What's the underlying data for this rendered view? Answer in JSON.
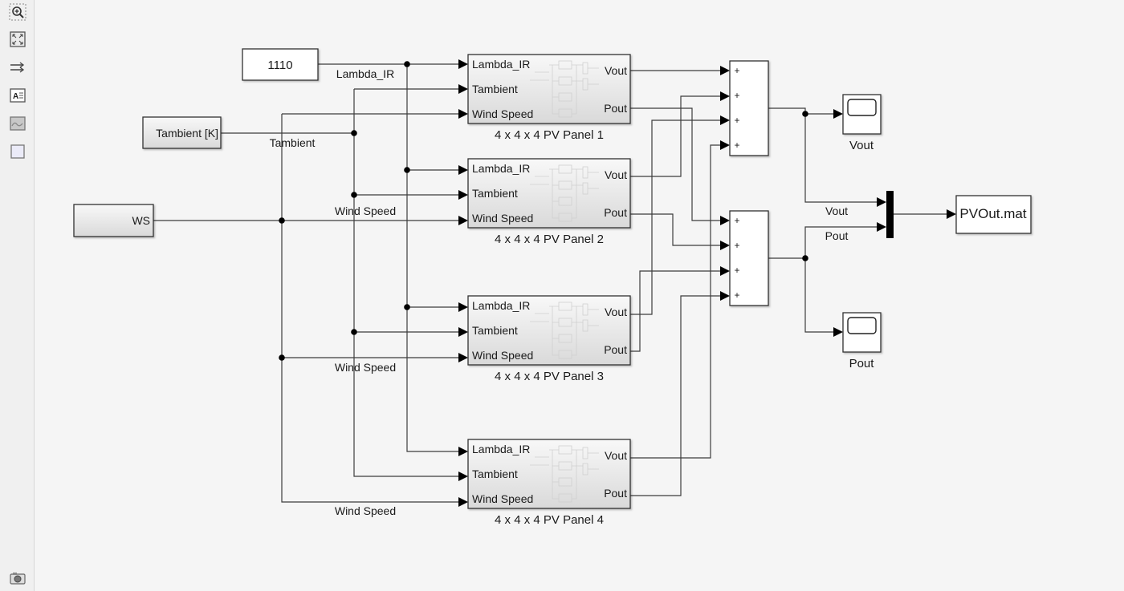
{
  "toolbar": {
    "items": [
      {
        "name": "zoom-area-icon",
        "tooltip": ""
      },
      {
        "name": "fit-to-view-icon",
        "tooltip": ""
      },
      {
        "name": "route-lines-icon",
        "tooltip": ""
      },
      {
        "name": "annotation-icon",
        "tooltip": ""
      },
      {
        "name": "image-icon",
        "tooltip": ""
      },
      {
        "name": "area-icon",
        "tooltip": ""
      }
    ],
    "bottom_item": {
      "name": "camera-icon"
    }
  },
  "sources": {
    "lambda_const": {
      "value": "1110",
      "signal_label": "Lambda_IR"
    },
    "tambient": {
      "value": "Tambient [K]",
      "signal_label": "Tambient"
    },
    "ws": {
      "value": "WS",
      "signal_labels": [
        "Wind Speed",
        "Wind Speed",
        "Wind Speed"
      ]
    }
  },
  "panels": [
    {
      "name": "4 x 4 x 4 PV Panel 1",
      "inputs": [
        "Lambda_IR",
        "Tambient",
        "Wind Speed"
      ],
      "outputs": [
        "Vout",
        "Pout"
      ]
    },
    {
      "name": "4 x 4 x 4 PV Panel 2",
      "inputs": [
        "Lambda_IR",
        "Tambient",
        "Wind Speed"
      ],
      "outputs": [
        "Vout",
        "Pout"
      ]
    },
    {
      "name": "4 x 4 x 4 PV Panel 3",
      "inputs": [
        "Lambda_IR",
        "Tambient",
        "Wind Speed"
      ],
      "outputs": [
        "Vout",
        "Pout"
      ]
    },
    {
      "name": "4 x 4 x 4 PV Panel 4",
      "inputs": [
        "Lambda_IR",
        "Tambient",
        "Wind Speed"
      ],
      "outputs": [
        "Vout",
        "Pout"
      ]
    }
  ],
  "sums": [
    {
      "signs": [
        "+",
        "+",
        "+",
        "+"
      ]
    },
    {
      "signs": [
        "+",
        "+",
        "+",
        "+"
      ]
    }
  ],
  "scopes": [
    {
      "name": "Vout"
    },
    {
      "name": "Pout"
    }
  ],
  "mux": {
    "signal_labels": [
      "Vout",
      "Pout"
    ]
  },
  "to_file": {
    "name": "PVOut.mat"
  },
  "colors": {
    "background": "#f5f5f5",
    "line": "#3c3c3c",
    "block_border": "#333333"
  }
}
